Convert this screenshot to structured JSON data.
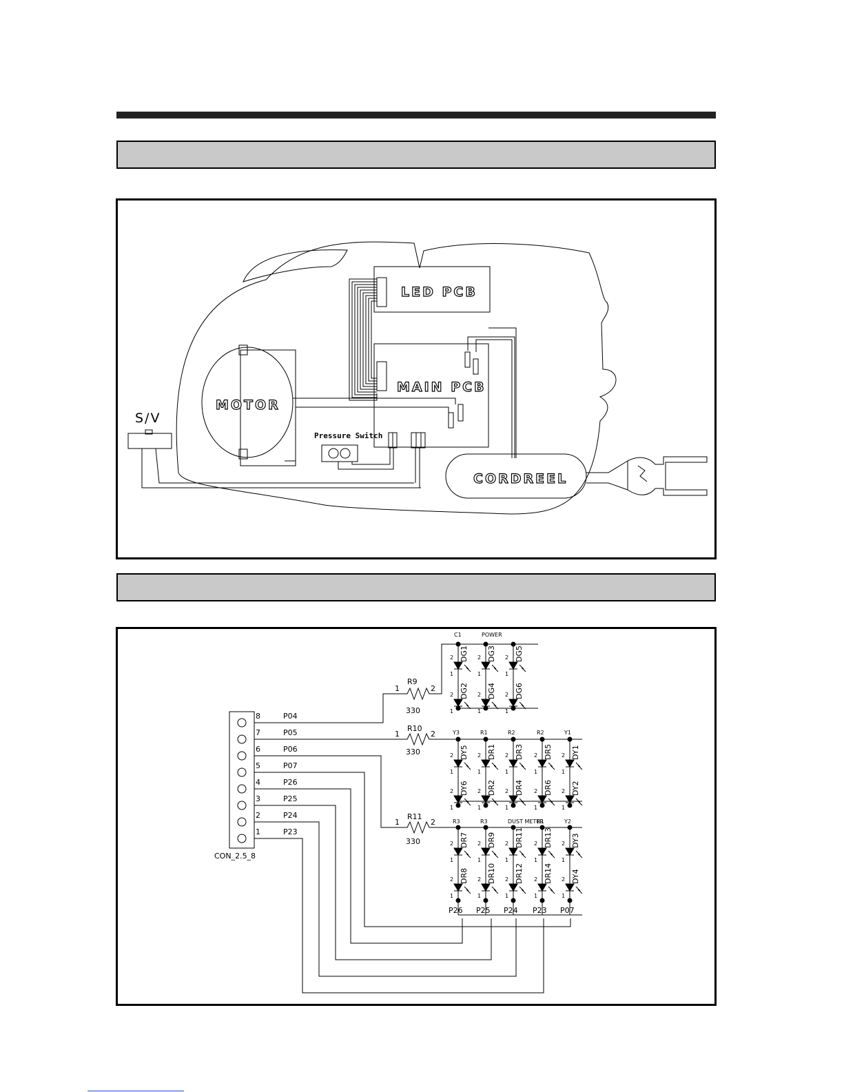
{
  "wiring_diagram": {
    "led_pcb": "LED  PCB",
    "main_pcb": "MAIN  PCB",
    "motor": "MOTOR",
    "sv": "S/V",
    "pressure_switch": "Pressure Switch",
    "cordreel": "CORDREEL"
  },
  "schematic": {
    "connector": {
      "label": "CON_2.5_8",
      "pins": [
        "8",
        "7",
        "6",
        "5",
        "4",
        "3",
        "2",
        "1"
      ],
      "nets": [
        "P04",
        "P05",
        "P06",
        "P07",
        "P26",
        "P25",
        "P24",
        "P23"
      ]
    },
    "resistors": [
      {
        "ref": "R9",
        "value": "330"
      },
      {
        "ref": "R10",
        "value": "330"
      },
      {
        "ref": "R11",
        "value": "330"
      }
    ],
    "pin_one": "1",
    "pin_two": "2",
    "row1_nodes": [
      "C1",
      "POWER"
    ],
    "row1_top": [
      "DG1",
      "DG3",
      "DG5"
    ],
    "row1_bottom": [
      "DG2",
      "DG4",
      "DG6"
    ],
    "row2_nodes": [
      "Y3",
      "R1",
      "R2",
      "R2",
      "Y1"
    ],
    "row2_top": [
      "DY5",
      "DR1",
      "DR3",
      "DR5",
      "DY1"
    ],
    "row2_bottom": [
      "DY6",
      "DR2",
      "DR4",
      "DR6",
      "DY2"
    ],
    "row3_nodes": [
      "R3",
      "R3",
      "DUST METER",
      "R1",
      "Y2"
    ],
    "row3_top": [
      "DR7",
      "DR9",
      "DR11",
      "DR13",
      "DY3"
    ],
    "row3_bottom": [
      "DR8",
      "DR10",
      "DR12",
      "DR14",
      "DY4"
    ],
    "column_nets": [
      "P26",
      "P25",
      "P24",
      "P23",
      "P07"
    ]
  }
}
